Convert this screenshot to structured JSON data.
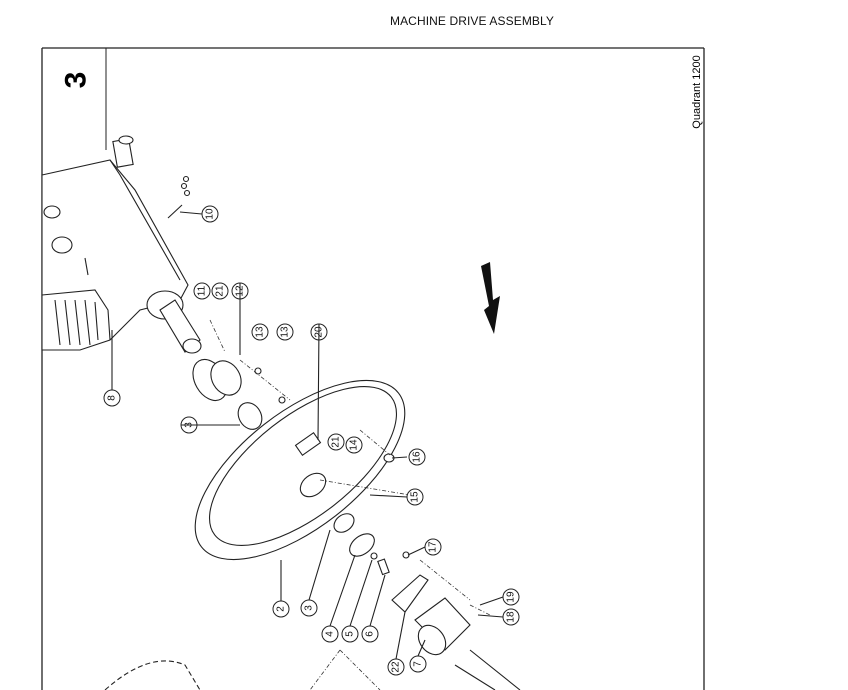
{
  "page_title": "MACHINE DRIVE ASSEMBLY",
  "section_number": "3",
  "model_label": "Quadrant 1200",
  "callouts": [
    "10",
    "11",
    "21",
    "12",
    "13",
    "13",
    "20",
    "8",
    "3",
    "21",
    "14",
    "16",
    "15",
    "17",
    "2",
    "3",
    "4",
    "5",
    "6",
    "19",
    "18",
    "22",
    "7"
  ]
}
